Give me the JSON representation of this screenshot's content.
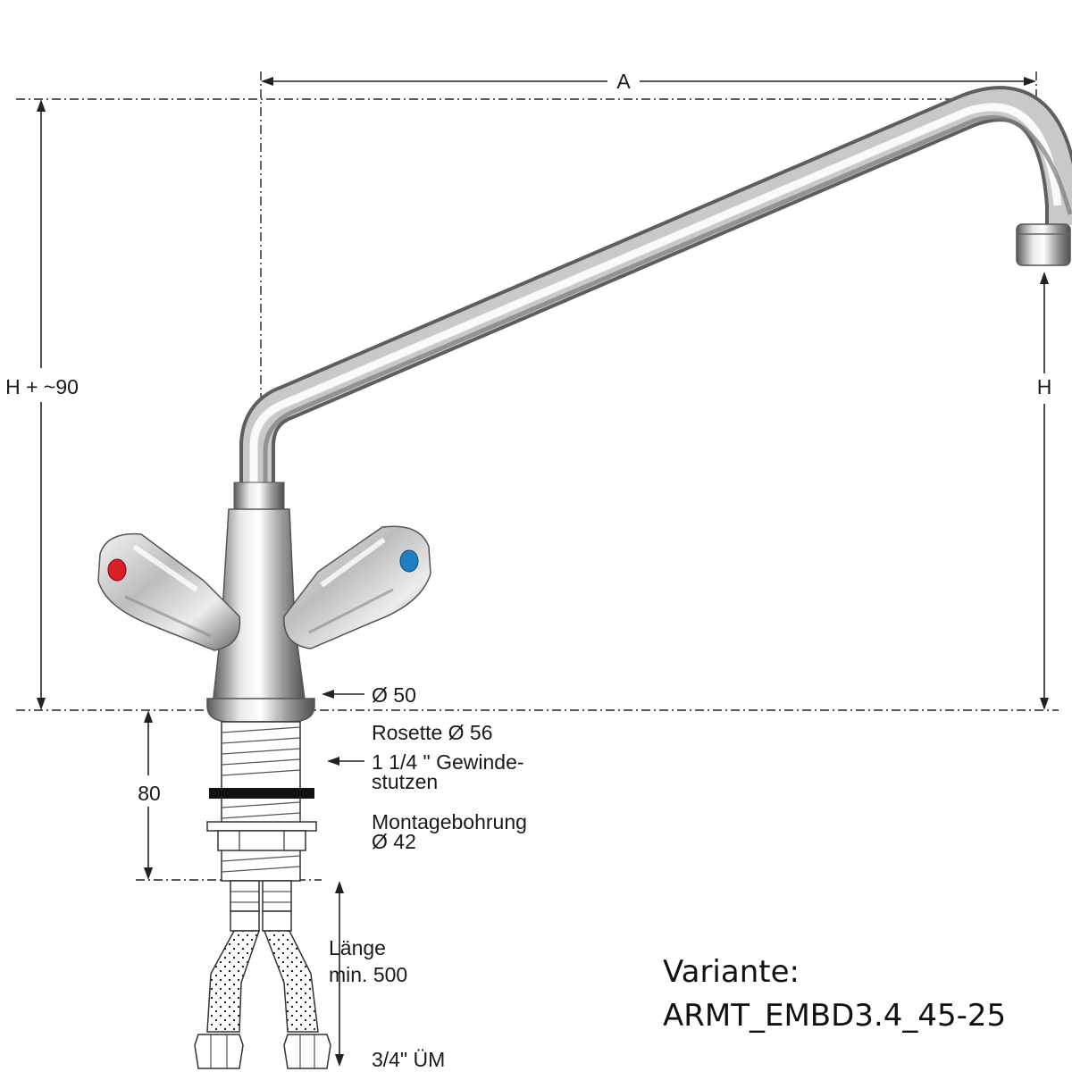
{
  "dimensions": {
    "top_width": "A",
    "left_height": "H + ~90",
    "right_height": "H",
    "shaft_height": "80"
  },
  "callouts": {
    "body_diameter": "Ø 50",
    "rosette": "Rosette Ø 56",
    "thread_line1": "1 1/4 \" Gewinde-",
    "thread_line2": "stutzen",
    "mounting_line1": "Montagebohrung",
    "mounting_line2": "Ø 42",
    "hose_length_line1": "Länge",
    "hose_length_line2": "min. 500",
    "hose_connector": "3/4\" ÜM"
  },
  "variant": {
    "label": "Variante:",
    "code": "ARMT_EMBD3.4_45-25"
  },
  "colors": {
    "hot_indicator": "#d8202a",
    "cold_indicator": "#1f7fc4",
    "chrome_dark": "#7d7d7d",
    "chrome_light": "#f4f4f4"
  }
}
